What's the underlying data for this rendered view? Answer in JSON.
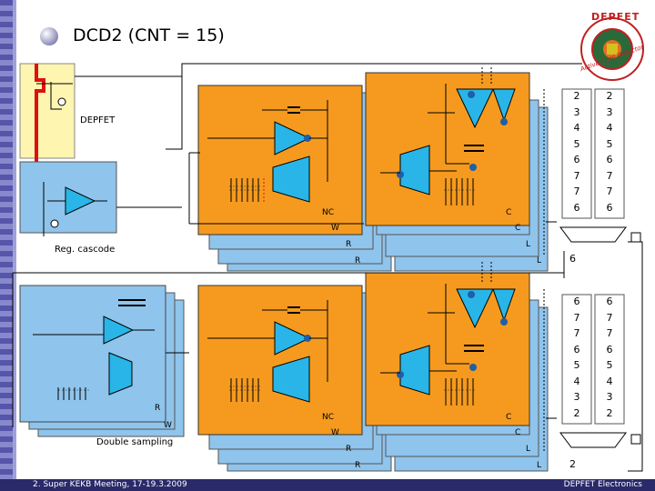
{
  "slide": {
    "title": "DCD2 (CNT = 15)",
    "footer_left": "2. Super KEKB Meeting, 17-19.3.2009",
    "footer_right": "DEPFET Electronics"
  },
  "logo": {
    "top_text": "DEPFET",
    "ring_text": "Active Pixel Detector"
  },
  "labels": {
    "depfet": "DEPFET",
    "reg_cascode": "Reg. cascode",
    "double_sampling": "Double sampling",
    "r_left": "R",
    "w_left": "W"
  },
  "upper_channel": {
    "nc": "NC",
    "w": "W",
    "r1": "R",
    "r2": "R",
    "c1": "C",
    "c2": "C",
    "l1": "L",
    "l2": "L"
  },
  "lower_channel": {
    "nc": "NC",
    "w": "W",
    "r1": "R",
    "r2": "R",
    "c1": "C",
    "c2": "C",
    "l1": "L",
    "l2": "L"
  },
  "upper_table": {
    "col1": [
      "2",
      "3",
      "4",
      "5",
      "6",
      "7",
      "7",
      "6"
    ],
    "col2": [
      "2",
      "3",
      "4",
      "5",
      "6",
      "7",
      "7",
      "6"
    ],
    "mux_value": "6"
  },
  "lower_table": {
    "col1": [
      "6",
      "7",
      "7",
      "6",
      "5",
      "4",
      "3",
      "2"
    ],
    "col2": [
      "6",
      "7",
      "7",
      "6",
      "5",
      "4",
      "3",
      "2"
    ],
    "mux_value": "2"
  },
  "colors": {
    "orange": "#f59a1e",
    "yellow_panel": "#fdf5b0",
    "blue_panel": "#8fc4ec",
    "dark_blue": "#1f5fa8",
    "cyan": "#29b5e8",
    "red_wire": "#dd1111"
  }
}
